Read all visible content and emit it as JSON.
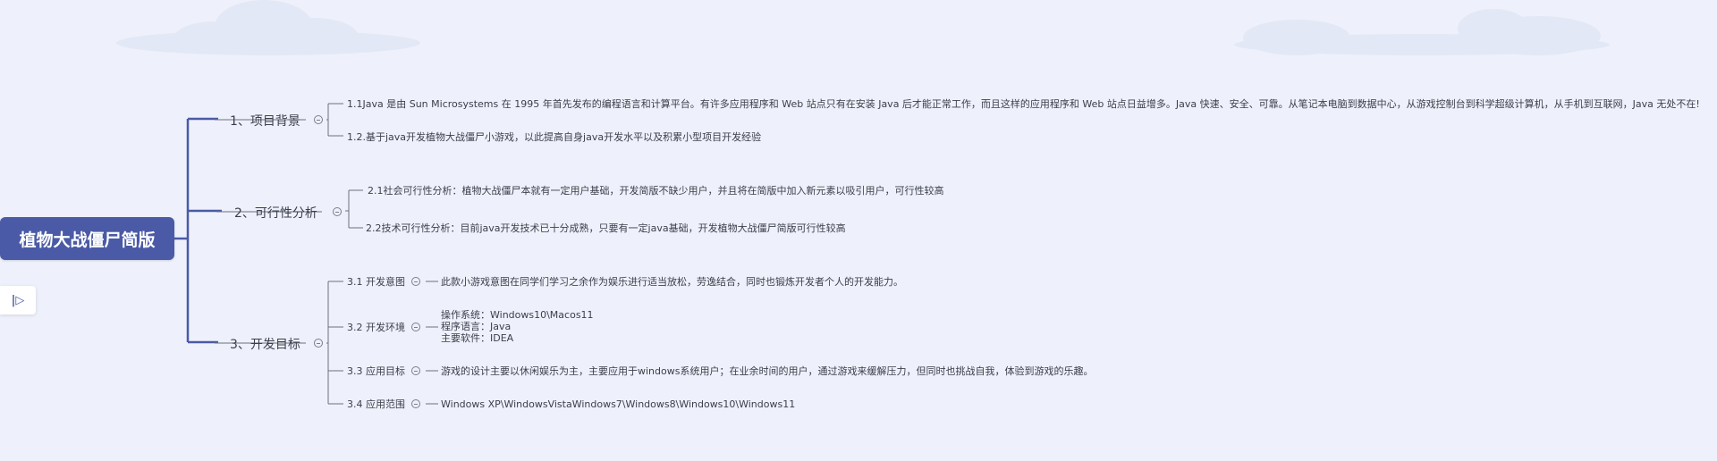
{
  "root": {
    "title": "植物大战僵尸简版"
  },
  "sidebar": {
    "toggle_icon": "collapse-panel-icon",
    "toggle_glyph": "|▷"
  },
  "branches": [
    {
      "label": "1、项目背景",
      "children": [
        {
          "label": "1.1Java 是由 Sun Microsystems 在 1995 年首先发布的编程语言和计算平台。有许多应用程序和 Web 站点只有在安装 Java 后才能正常工作，而且这样的应用程序和 Web 站点日益增多。Java 快速、安全、可靠。从笔记本电脑到数据中心，从游戏控制台到科学超级计算机，从手机到互联网，Java 无处不在!"
        },
        {
          "label": "1.2.基于java开发植物大战僵尸小游戏，以此提高自身java开发水平以及积累小型项目开发经验"
        }
      ]
    },
    {
      "label": "2、可行性分析",
      "children": [
        {
          "label": "2.1社会可行性分析：植物大战僵尸本就有一定用户基础，开发简版不缺少用户，并且将在简版中加入新元素以吸引用户，可行性较高"
        },
        {
          "label": "2.2技术可行性分析：目前java开发技术已十分成熟，只要有一定java基础，开发植物大战僵尸简版可行性较高"
        }
      ]
    },
    {
      "label": "3、开发目标",
      "children": [
        {
          "label": "3.1 开发意图",
          "detail": [
            "此款小游戏意图在同学们学习之余作为娱乐进行适当放松，劳逸结合，同时也锻炼开发者个人的开发能力。"
          ]
        },
        {
          "label": "3.2 开发环境",
          "detail": [
            "操作系统：Windows10\\Macos11",
            "程序语言：Java",
            "主要软件：IDEA"
          ]
        },
        {
          "label": "3.3 应用目标",
          "detail": [
            "游戏的设计主要以休闲娱乐为主，主要应用于windows系统用户；在业余时间的用户，通过游戏来缓解压力，但同时也挑战自我，体验到游戏的乐趣。"
          ]
        },
        {
          "label": "3.4 应用范围",
          "detail": [
            "Windows XP\\WindowsVistaWindows7\\Windows8\\Windows10\\Windows11"
          ]
        }
      ]
    }
  ]
}
